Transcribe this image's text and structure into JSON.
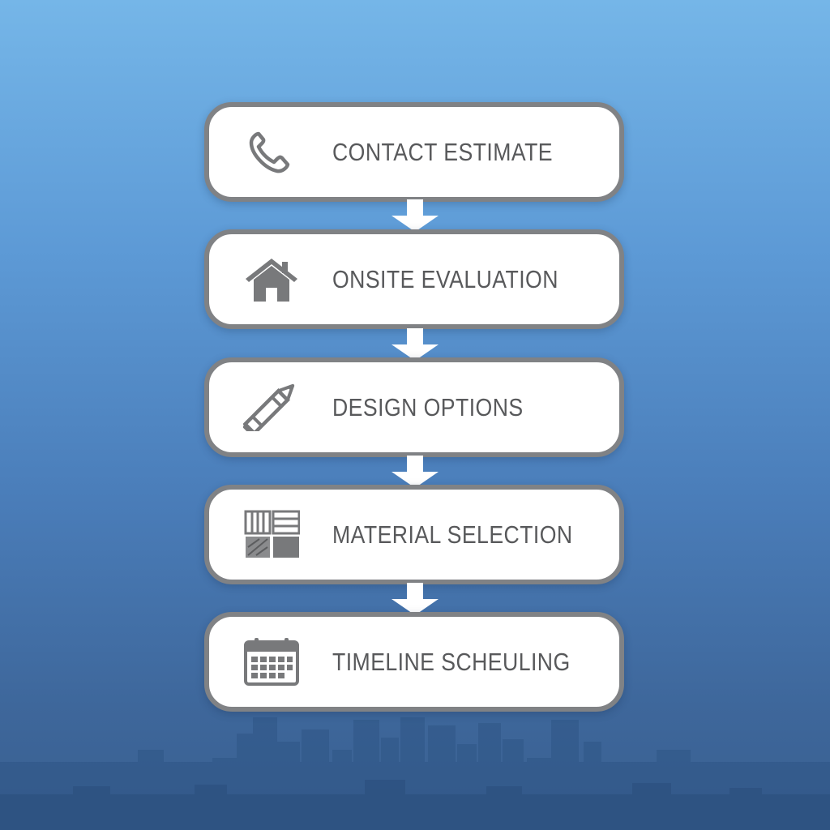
{
  "diagram": {
    "type": "vertical-process-flow",
    "steps": [
      {
        "label": "CONTACT ESTIMATE",
        "icon": "phone-icon"
      },
      {
        "label": "ONSITE EVALUATION",
        "icon": "house-icon"
      },
      {
        "label": "DESIGN OPTIONS",
        "icon": "pencil-icon"
      },
      {
        "label": "MATERIAL SELECTION",
        "icon": "material-swatches-icon"
      },
      {
        "label": "TIMELINE SCHEULING",
        "icon": "calendar-icon"
      }
    ],
    "colors": {
      "box_fill": "#ffffff",
      "box_border": "#808285",
      "text": "#58595b",
      "icon": "#78797b",
      "arrow": "#ffffff",
      "background_top": "#75b6e8",
      "background_bottom": "#395f90",
      "skyline": "#2f5686"
    }
  }
}
